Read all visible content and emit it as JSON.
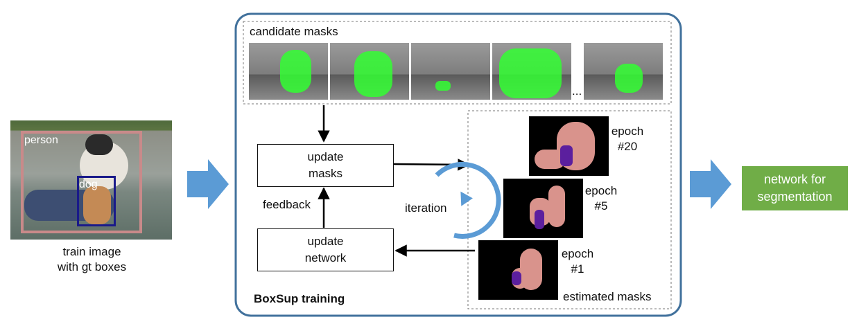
{
  "train_image": {
    "caption_line1": "train image",
    "caption_line2": "with gt boxes",
    "box_person_label": "person",
    "box_dog_label": "dog"
  },
  "boxsup": {
    "title": "BoxSup training",
    "candidate_masks_label": "candidate masks",
    "ellipsis": "...",
    "update_masks_line1": "update",
    "update_masks_line2": "masks",
    "update_network_line1": "update",
    "update_network_line2": "network",
    "feedback_label": "feedback",
    "iteration_label": "iteration",
    "estimated_masks_label": "estimated masks",
    "epochs": [
      {
        "line1": "epoch",
        "line2": "#20"
      },
      {
        "line1": "epoch",
        "line2": "#5"
      },
      {
        "line1": "epoch",
        "line2": "#1"
      }
    ]
  },
  "output": {
    "line1": "network for",
    "line2": "segmentation"
  },
  "colors": {
    "frame_blue": "#41719c",
    "arrow_blue": "#5b9bd5",
    "output_green": "#70ad47",
    "mask_pink": "#d9938c",
    "mask_purple": "#5b1f9e",
    "candidate_green": "#33ff33",
    "box_person": "#c98a8a",
    "box_dog": "#1a1a8a"
  }
}
